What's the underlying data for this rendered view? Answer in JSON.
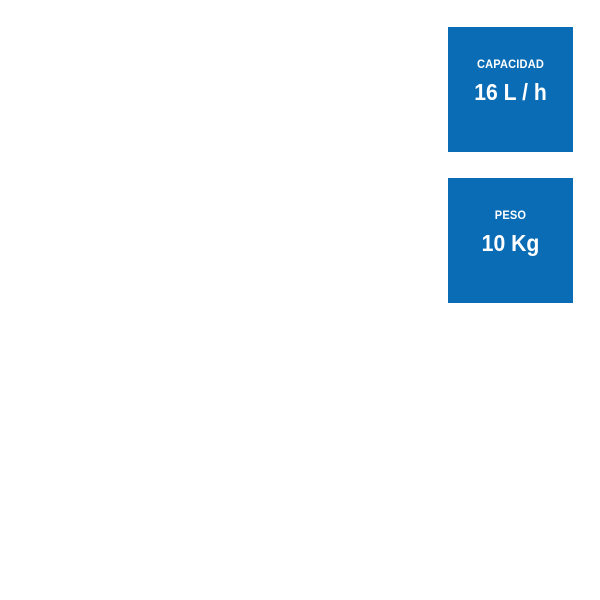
{
  "colors": {
    "background": "#ffffff",
    "card_background": "#0a6cb5",
    "card_text": "#ffffff"
  },
  "specs": [
    {
      "label": "CAPACIDAD",
      "value": "16 L / h"
    },
    {
      "label": "PESO",
      "value": "10 Kg"
    }
  ]
}
